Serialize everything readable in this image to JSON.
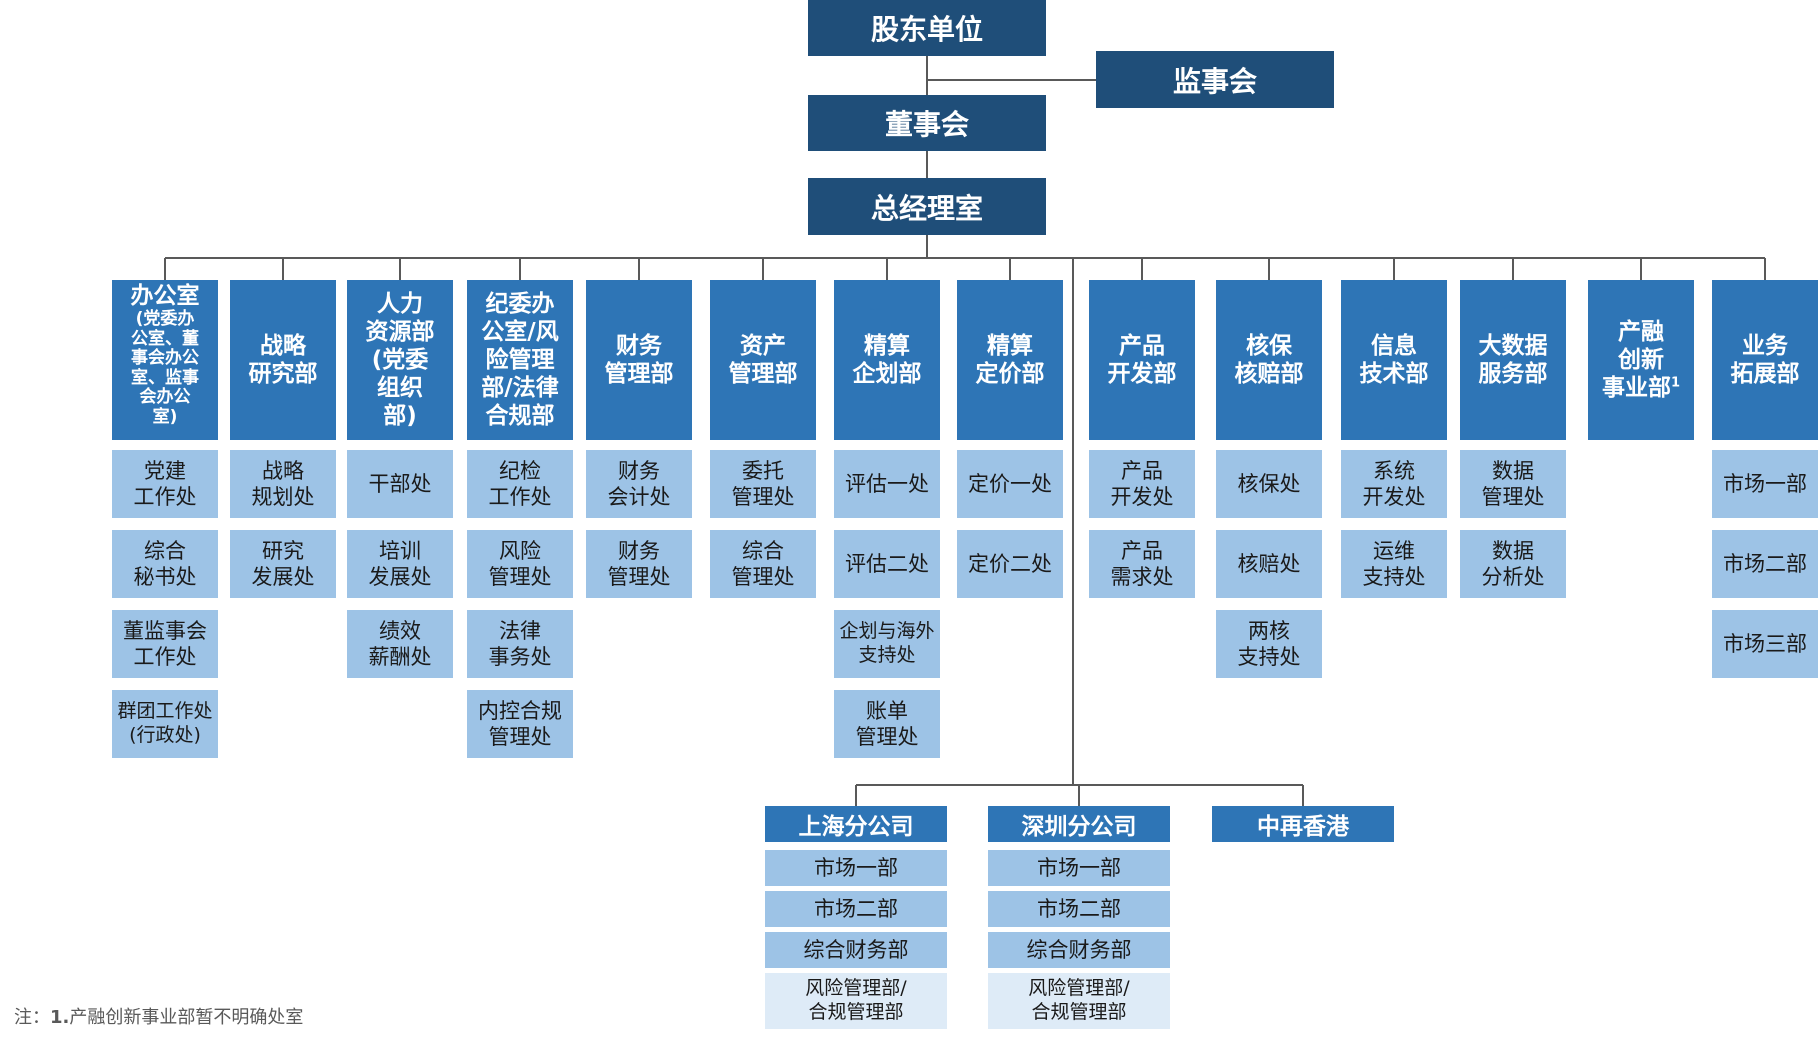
{
  "top": {
    "shareholders": "股东单位",
    "supervisory_board": "监事会",
    "board": "董事会",
    "gm_office": "总经理室"
  },
  "departments": [
    {
      "name_lines": [
        "办公室"
      ],
      "note_lines": [
        "(党委办",
        "公室、董",
        "事会办公",
        "室、监事",
        "会办公",
        "室)"
      ],
      "subs": [
        [
          "党建",
          "工作处"
        ],
        [
          "综合",
          "秘书处"
        ],
        [
          "董监事会",
          "工作处"
        ],
        [
          "群团工作处",
          "(行政处)"
        ]
      ]
    },
    {
      "name_lines": [
        "战略",
        "研究部"
      ],
      "subs": [
        [
          "战略",
          "规划处"
        ],
        [
          "研究",
          "发展处"
        ]
      ]
    },
    {
      "name_lines": [
        "人力",
        "资源部",
        "(党委",
        "组织",
        "部)"
      ],
      "subs": [
        [
          "干部处"
        ],
        [
          "培训",
          "发展处"
        ],
        [
          "绩效",
          "薪酬处"
        ]
      ]
    },
    {
      "name_lines": [
        "纪委办",
        "公室/风",
        "险管理",
        "部/法律",
        "合规部"
      ],
      "subs": [
        [
          "纪检",
          "工作处"
        ],
        [
          "风险",
          "管理处"
        ],
        [
          "法律",
          "事务处"
        ],
        [
          "内控合规",
          "管理处"
        ]
      ]
    },
    {
      "name_lines": [
        "财务",
        "管理部"
      ],
      "subs": [
        [
          "财务",
          "会计处"
        ],
        [
          "财务",
          "管理处"
        ]
      ]
    },
    {
      "name_lines": [
        "资产",
        "管理部"
      ],
      "subs": [
        [
          "委托",
          "管理处"
        ],
        [
          "综合",
          "管理处"
        ]
      ]
    },
    {
      "name_lines": [
        "精算",
        "企划部"
      ],
      "subs": [
        [
          "评估一处"
        ],
        [
          "评估二处"
        ],
        [
          "企划与海外",
          "支持处"
        ],
        [
          "账单",
          "管理处"
        ]
      ]
    },
    {
      "name_lines": [
        "精算",
        "定价部"
      ],
      "subs": [
        [
          "定价一处"
        ],
        [
          "定价二处"
        ]
      ]
    },
    {
      "name_lines": [
        "产品",
        "开发部"
      ],
      "subs": [
        [
          "产品",
          "开发处"
        ],
        [
          "产品",
          "需求处"
        ]
      ]
    },
    {
      "name_lines": [
        "核保",
        "核赔部"
      ],
      "subs": [
        [
          "核保处"
        ],
        [
          "核赔处"
        ],
        [
          "两核",
          "支持处"
        ]
      ]
    },
    {
      "name_lines": [
        "信息",
        "技术部"
      ],
      "subs": [
        [
          "系统",
          "开发处"
        ],
        [
          "运维",
          "支持处"
        ]
      ]
    },
    {
      "name_lines": [
        "大数据",
        "服务部"
      ],
      "subs": [
        [
          "数据",
          "管理处"
        ],
        [
          "数据",
          "分析处"
        ]
      ]
    },
    {
      "name_lines": [
        "产融",
        "创新",
        "事业部"
      ],
      "superscript": "1",
      "subs": []
    },
    {
      "name_lines": [
        "业务",
        "拓展部"
      ],
      "subs": [
        [
          "市场一部"
        ],
        [
          "市场二部"
        ],
        [
          "市场三部"
        ]
      ]
    }
  ],
  "branches": [
    {
      "name": "上海分公司",
      "subs": [
        [
          "市场一部"
        ],
        [
          "市场二部"
        ],
        [
          "综合财务部"
        ],
        [
          "风险管理部/",
          "合规管理部"
        ]
      ]
    },
    {
      "name": "深圳分公司",
      "subs": [
        [
          "市场一部"
        ],
        [
          "市场二部"
        ],
        [
          "综合财务部"
        ],
        [
          "风险管理部/",
          "合规管理部"
        ]
      ]
    },
    {
      "name": "中再香港",
      "subs": []
    }
  ],
  "footnote": {
    "prefix": "注：",
    "number": "1.",
    "text": "产融创新事业部暂不明确处室"
  },
  "colors": {
    "top_box": "#1f4e79",
    "department_box": "#2e75b6",
    "sub_box": "#9dc3e6",
    "pale_sub_box": "#deebf7",
    "connector": "#595959"
  }
}
